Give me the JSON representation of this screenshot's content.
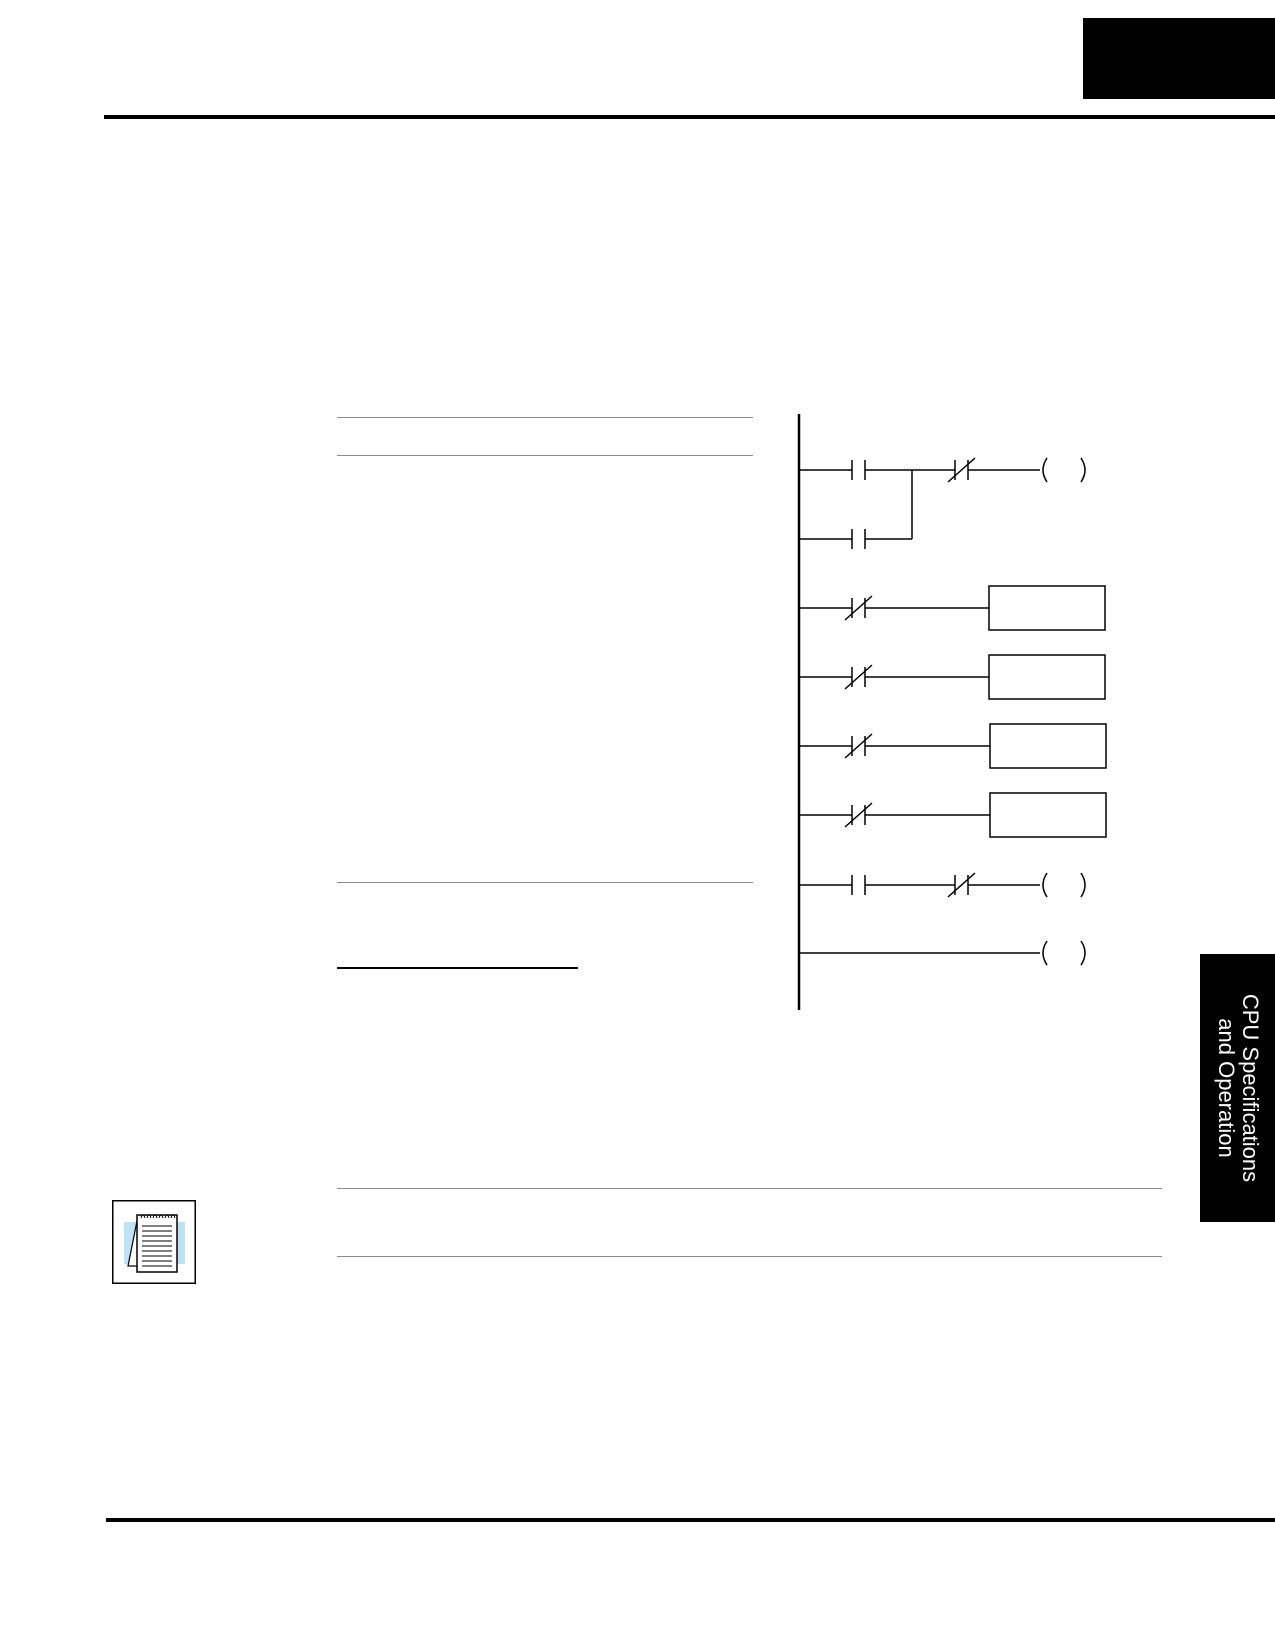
{
  "side_tab": {
    "line1": "CPU Specifications",
    "line2": "and Operation"
  },
  "icons": {
    "note": "notepad-note-icon",
    "ladder": "ladder-logic-diagram"
  },
  "colors": {
    "tab_background": "#000000",
    "tab_text": "#ffffff",
    "note_highlight": "#bfe3f4"
  }
}
